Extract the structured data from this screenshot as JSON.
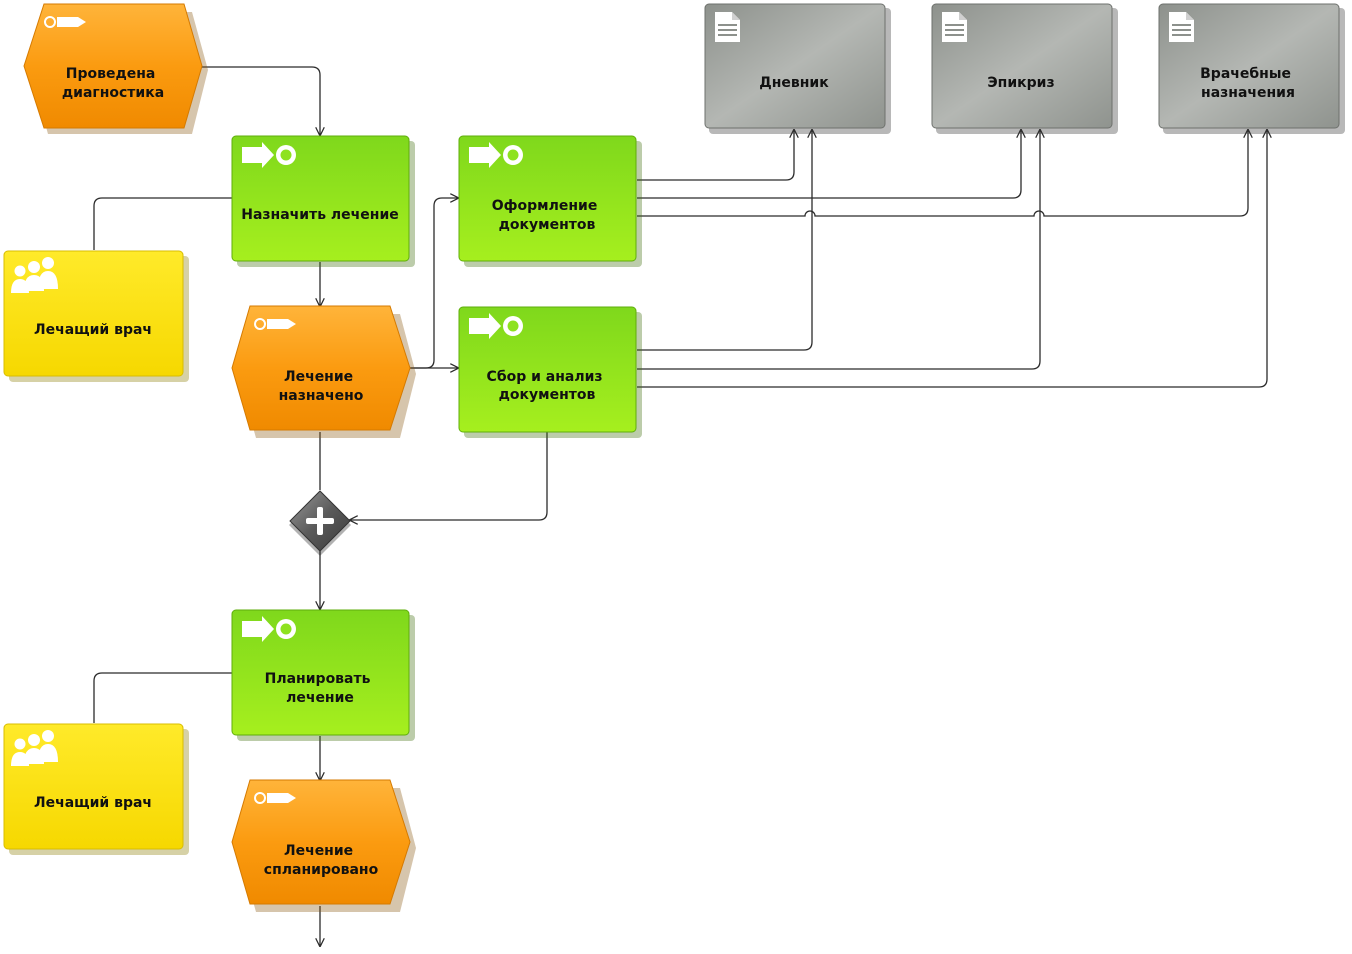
{
  "colors": {
    "event": "#f7a21b",
    "function": "#8ee21f",
    "role": "#ffe300",
    "document": "#a3a6a2",
    "gateway": "#6a6a6a",
    "edge": "#2b2b2b"
  },
  "nodes": {
    "event_diag": {
      "type": "event",
      "icon": "event-flag-icon",
      "lines": [
        "Проведена",
        "диагностика"
      ]
    },
    "func_assign": {
      "type": "function",
      "icon": "function-gear-icon",
      "lines": [
        "Назначить лечение"
      ]
    },
    "role_1": {
      "type": "role",
      "icon": "people-icon",
      "lines": [
        "Лечащий врач"
      ]
    },
    "event_assigned": {
      "type": "event",
      "icon": "event-flag-icon",
      "lines": [
        "Лечение",
        "назначено"
      ]
    },
    "func_docs": {
      "type": "function",
      "icon": "function-gear-icon",
      "lines": [
        "Оформление",
        "документов"
      ]
    },
    "func_collect": {
      "type": "function",
      "icon": "function-gear-icon",
      "lines": [
        "Сбор и анализ",
        "документов"
      ]
    },
    "doc_diary": {
      "type": "document",
      "icon": "document-icon",
      "lines": [
        "Дневник"
      ]
    },
    "doc_epicrisis": {
      "type": "document",
      "icon": "document-icon",
      "lines": [
        "Эпикриз"
      ]
    },
    "doc_orders": {
      "type": "document",
      "icon": "document-icon",
      "lines": [
        "Врачебные",
        "назначения"
      ]
    },
    "gateway_and": {
      "type": "gateway",
      "icon": "plus-icon",
      "lines": []
    },
    "func_plan": {
      "type": "function",
      "icon": "function-gear-icon",
      "lines": [
        "Планировать",
        "лечение"
      ]
    },
    "role_2": {
      "type": "role",
      "icon": "people-icon",
      "lines": [
        "Лечащий врач"
      ]
    },
    "event_planned": {
      "type": "event",
      "icon": "event-flag-icon",
      "lines": [
        "Лечение",
        "спланировано"
      ]
    }
  }
}
